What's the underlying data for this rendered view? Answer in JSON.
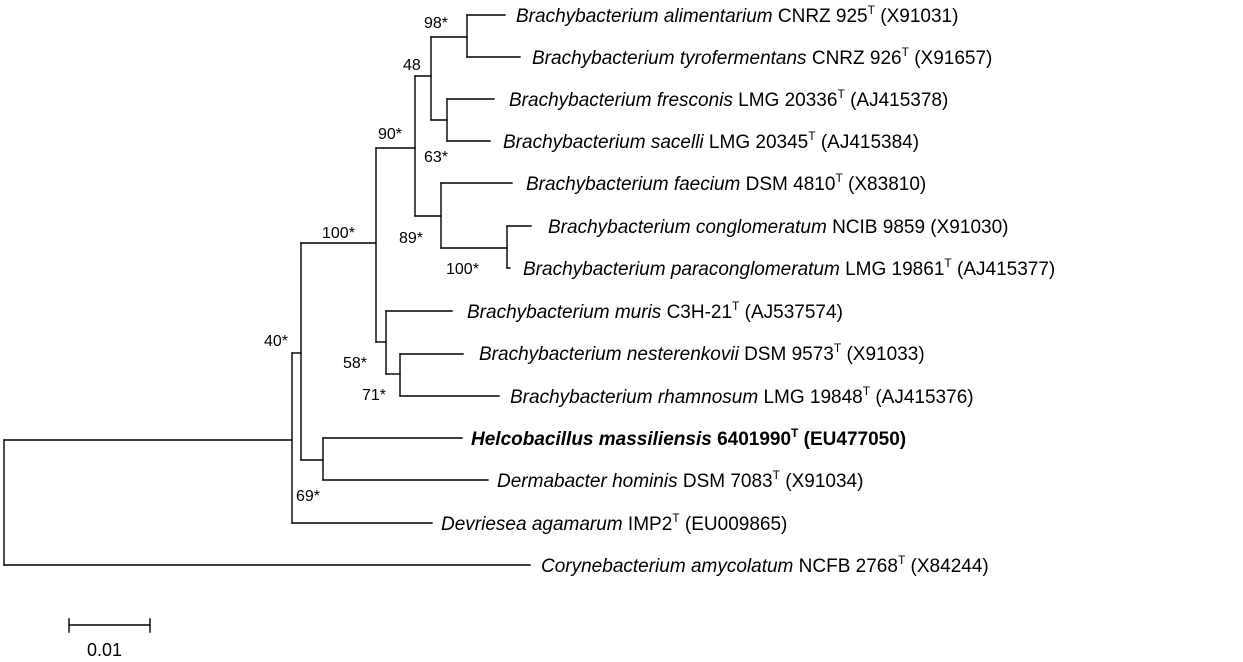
{
  "taxa": [
    {
      "id": "alimentarium",
      "genus_species": "Brachybacterium alimentarium",
      "strain": "CNRZ 925",
      "type_mark": "T",
      "accession": "(X91031)",
      "bold": false
    },
    {
      "id": "tyrofermentans",
      "genus_species": "Brachybacterium tyrofermentans",
      "strain": "CNRZ 926",
      "type_mark": "T",
      "accession": "(X91657)",
      "bold": false
    },
    {
      "id": "fresconis",
      "genus_species": "Brachybacterium fresconis",
      "strain": "LMG 20336",
      "type_mark": "T",
      "accession": "(AJ415378)",
      "bold": false
    },
    {
      "id": "sacelli",
      "genus_species": "Brachybacterium sacelli",
      "strain": "LMG 20345",
      "type_mark": "T",
      "accession": "(AJ415384)",
      "bold": false
    },
    {
      "id": "faecium",
      "genus_species": "Brachybacterium faecium",
      "strain": "DSM 4810",
      "type_mark": "T",
      "accession": "(X83810)",
      "bold": false
    },
    {
      "id": "conglomeratum",
      "genus_species": "Brachybacterium conglomeratum",
      "strain": "NCIB 9859",
      "type_mark": "",
      "accession": "(X91030)",
      "bold": false
    },
    {
      "id": "paraconglomeratum",
      "genus_species": "Brachybacterium paraconglomeratum",
      "strain": "LMG 19861",
      "type_mark": "T",
      "accession": "(AJ415377)",
      "bold": false
    },
    {
      "id": "muris",
      "genus_species": "Brachybacterium muris",
      "strain": "C3H-21",
      "type_mark": "T",
      "accession": "(AJ537574)",
      "bold": false
    },
    {
      "id": "nesterenkovii",
      "genus_species": "Brachybacterium nesterenkovii",
      "strain": "DSM 9573",
      "type_mark": "T",
      "accession": "(X91033)",
      "bold": false
    },
    {
      "id": "rhamnosum",
      "genus_species": "Brachybacterium rhamnosum",
      "strain": "LMG 19848",
      "type_mark": "T",
      "accession": "(AJ415376)",
      "bold": false
    },
    {
      "id": "helcobacillus",
      "genus_species": "Helcobacillus massiliensis",
      "strain": "6401990",
      "type_mark": "T",
      "accession": "(EU477050)",
      "bold": true
    },
    {
      "id": "dermabacter",
      "genus_species": "Dermabacter hominis",
      "strain": "DSM 7083",
      "type_mark": "T",
      "accession": "(X91034)",
      "bold": false
    },
    {
      "id": "devriesea",
      "genus_species": "Devriesea agamarum",
      "strain": "IMP2",
      "type_mark": "T",
      "accession": "(EU009865)",
      "bold": false
    },
    {
      "id": "corynebacterium",
      "genus_species": "Corynebacterium amycolatum",
      "strain": "NCFB 2768",
      "type_mark": "T",
      "accession": "(X84244)",
      "bold": false
    }
  ],
  "bootstrap": [
    {
      "id": "n98",
      "value": "98*"
    },
    {
      "id": "n48",
      "value": "48"
    },
    {
      "id": "n63",
      "value": "63*"
    },
    {
      "id": "n90",
      "value": "90*"
    },
    {
      "id": "n89",
      "value": "89*"
    },
    {
      "id": "n100b",
      "value": "100*"
    },
    {
      "id": "n100a",
      "value": "100*"
    },
    {
      "id": "n58",
      "value": "58*"
    },
    {
      "id": "n71",
      "value": "71*"
    },
    {
      "id": "n40",
      "value": "40*"
    },
    {
      "id": "n69",
      "value": "69*"
    }
  ],
  "scale_bar": {
    "label": "0.01"
  }
}
